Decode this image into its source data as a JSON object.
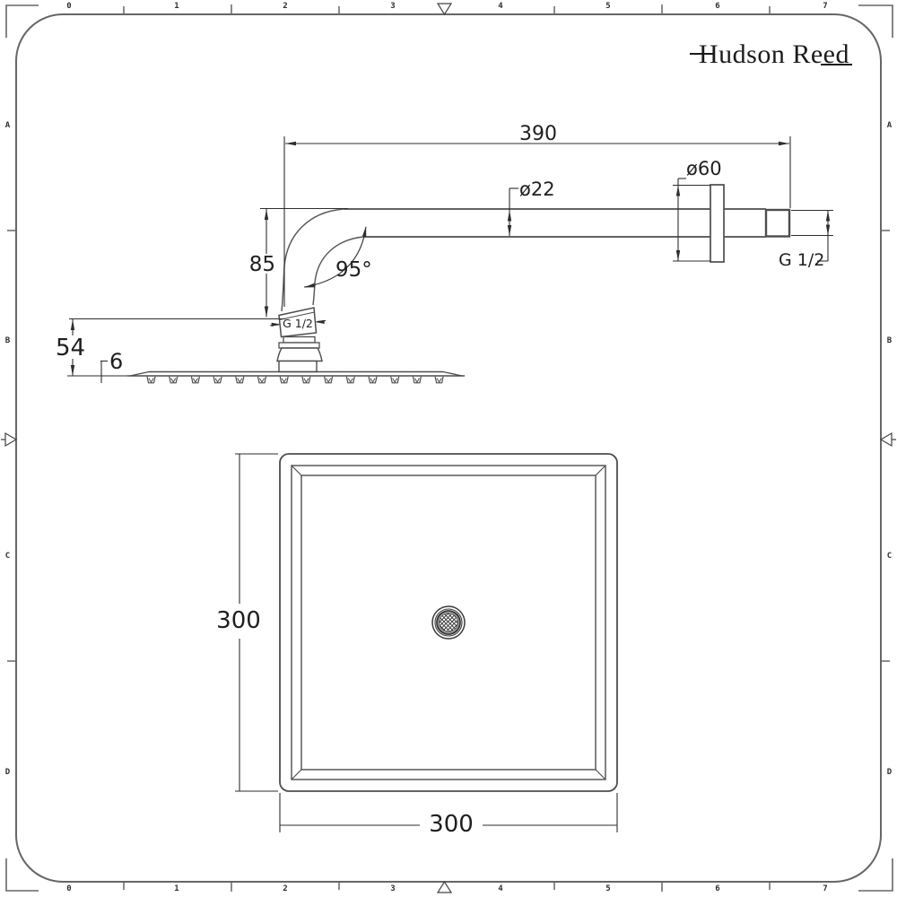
{
  "sheet": {
    "brand": "Hudson Reed",
    "background": "#ffffff"
  },
  "rulers": {
    "top": [
      "0",
      "1",
      "2",
      "3",
      "4",
      "5",
      "6",
      "7"
    ],
    "bottom": [
      "0",
      "1",
      "2",
      "3",
      "4",
      "5",
      "6",
      "7"
    ],
    "left": [
      "A",
      "B",
      "C",
      "D"
    ],
    "right": [
      "A",
      "B",
      "C",
      "D"
    ]
  },
  "side_view": {
    "dim_arm_length": "390",
    "dim_arm_diameter": "ø22",
    "dim_flange_diameter": "ø60",
    "dim_wall_thread": "G 1/2",
    "dim_drop": "85",
    "dim_angle": "95°",
    "dim_head_thread": "G 1/2",
    "dim_head_height": "54",
    "dim_plate_thickness": "6"
  },
  "plan_view": {
    "dim_width": "300",
    "dim_depth": "300"
  },
  "colors": {
    "frame_line": "#666666",
    "object_line": "#4d4d4d",
    "dimension_line": "#2e2e2e",
    "text": "#1f1f1f"
  }
}
